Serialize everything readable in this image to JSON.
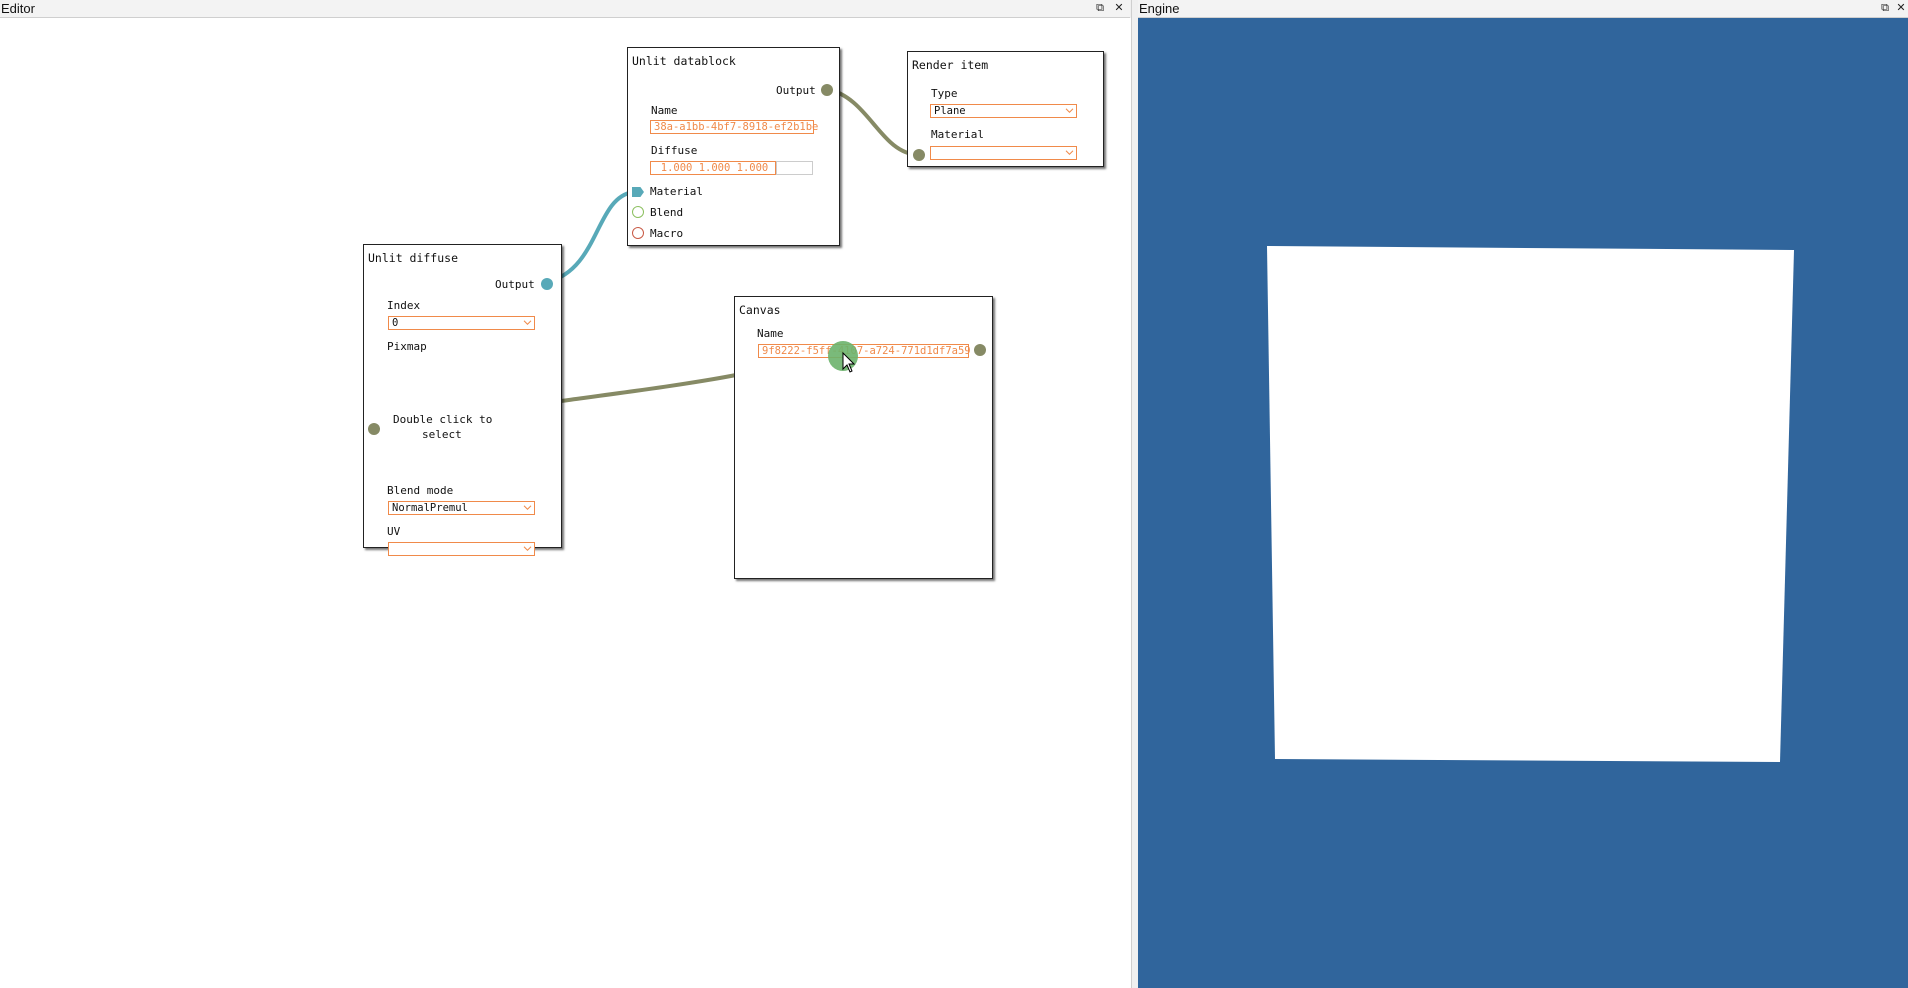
{
  "editor_pane": {
    "title": "Editor"
  },
  "engine_pane": {
    "title": "Engine"
  },
  "pane_buttons": {
    "restore": "⧉",
    "close": "✕"
  },
  "nodes": {
    "unlit_datablock": {
      "title": "Unlit datablock",
      "output_label": "Output",
      "name_label": "Name",
      "name_value": "38a-a1bb-4bf7-8918-ef2b1be",
      "diffuse_label": "Diffuse",
      "diffuse_value": "1.000 1.000 1.000",
      "material_label": "Material",
      "blend_label": "Blend",
      "macro_label": "Macro"
    },
    "render_item": {
      "title": "Render item",
      "type_label": "Type",
      "type_value": "Plane",
      "material_label": "Material",
      "material_value": ""
    },
    "unlit_diffuse": {
      "title": "Unlit diffuse",
      "output_label": "Output",
      "index_label": "Index",
      "index_value": "0",
      "pixmap_label": "Pixmap",
      "pixmap_hint_line1": "Double click to",
      "pixmap_hint_line2": "select",
      "blend_mode_label": "Blend mode",
      "blend_mode_value": "NormalPremul",
      "uv_label": "UV",
      "uv_value": ""
    },
    "canvas": {
      "title": "Canvas",
      "name_label": "Name",
      "name_value": "9f8222-f5ff-4107-a724-771d1df7a59"
    }
  },
  "colors": {
    "accent_orange": "#f08a4a",
    "wire_olive": "#868a65",
    "wire_teal": "#58a9b8",
    "engine_background": "#30659c",
    "engine_plane": "#ffffff"
  },
  "icons": [
    "restore-icon",
    "close-icon",
    "chevron-down-icon",
    "cursor-icon"
  ]
}
